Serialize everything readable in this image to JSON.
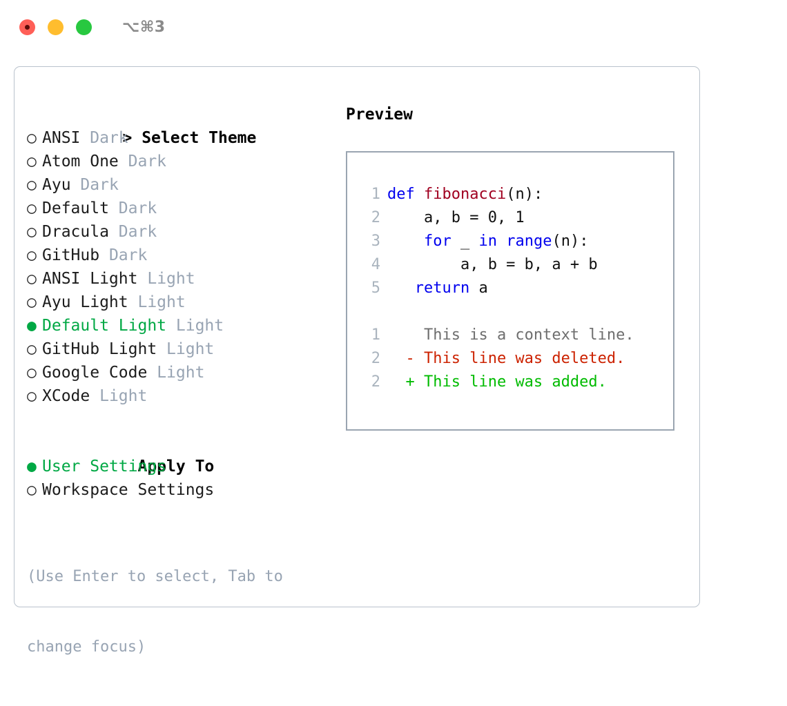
{
  "titlebar": {
    "shortcut": "⌥⌘3",
    "lights": [
      "close-light",
      "minimize-light",
      "maximize-light"
    ]
  },
  "left": {
    "header": {
      "caret": ">",
      "label": "Select Theme"
    },
    "bullet_unselected": "○",
    "bullet_selected": "●",
    "themes": [
      {
        "name": "ANSI",
        "tag": "Dark",
        "selected": false
      },
      {
        "name": "Atom One",
        "tag": "Dark",
        "selected": false
      },
      {
        "name": "Ayu",
        "tag": "Dark",
        "selected": false
      },
      {
        "name": "Default",
        "tag": "Dark",
        "selected": false
      },
      {
        "name": "Dracula",
        "tag": "Dark",
        "selected": false
      },
      {
        "name": "GitHub",
        "tag": "Dark",
        "selected": false
      },
      {
        "name": "ANSI Light",
        "tag": "Light",
        "selected": false
      },
      {
        "name": "Ayu Light",
        "tag": "Light",
        "selected": false
      },
      {
        "name": "Default Light",
        "tag": "Light",
        "selected": true
      },
      {
        "name": "GitHub Light",
        "tag": "Light",
        "selected": false
      },
      {
        "name": "Google Code",
        "tag": "Light",
        "selected": false
      },
      {
        "name": "XCode",
        "tag": "Light",
        "selected": false
      }
    ],
    "apply_to": {
      "label": "Apply To",
      "options": [
        {
          "name": "User Settings",
          "selected": true
        },
        {
          "name": "Workspace Settings",
          "selected": false
        }
      ]
    },
    "hint_line_1": "(Use Enter to select, Tab to",
    "hint_line_2": "change focus)"
  },
  "right": {
    "preview_title": "Preview",
    "code": [
      {
        "no": "1",
        "tokens": [
          {
            "t": "def",
            "c": "kw"
          },
          {
            "t": " ",
            "c": "plain"
          },
          {
            "t": "fibonacci",
            "c": "fn"
          },
          {
            "t": "(n):",
            "c": "plain"
          }
        ]
      },
      {
        "no": "2",
        "tokens": [
          {
            "t": "    a, b = 0, 1",
            "c": "plain"
          }
        ]
      },
      {
        "no": "3",
        "tokens": [
          {
            "t": "    ",
            "c": "plain"
          },
          {
            "t": "for",
            "c": "kw"
          },
          {
            "t": " _ ",
            "c": "plain"
          },
          {
            "t": "in",
            "c": "kw"
          },
          {
            "t": " ",
            "c": "plain"
          },
          {
            "t": "range",
            "c": "kw"
          },
          {
            "t": "(n):",
            "c": "plain"
          }
        ]
      },
      {
        "no": "4",
        "tokens": [
          {
            "t": "        a, b = b, a + b",
            "c": "plain"
          }
        ]
      },
      {
        "no": "5",
        "tokens": [
          {
            "t": "   ",
            "c": "plain"
          },
          {
            "t": "return",
            "c": "kw"
          },
          {
            "t": " a",
            "c": "plain"
          }
        ]
      }
    ],
    "diff": [
      {
        "no": "1",
        "marker": " ",
        "text": "This is a context line.",
        "kind": "ctx"
      },
      {
        "no": "2",
        "marker": "-",
        "text": "This line was deleted.",
        "kind": "del"
      },
      {
        "no": "2",
        "marker": "+",
        "text": "This line was added.",
        "kind": "add"
      }
    ]
  },
  "colors": {
    "accent_green": "#00a844",
    "tag_gray": "#98a4b3",
    "keyword_blue": "#0000ee",
    "function_red": "#a00020",
    "diff_delete": "#cc2200",
    "diff_add": "#00bb00",
    "border": "#b9c2cc",
    "preview_border": "#9aa5b1",
    "lineno": "#aab4be"
  }
}
